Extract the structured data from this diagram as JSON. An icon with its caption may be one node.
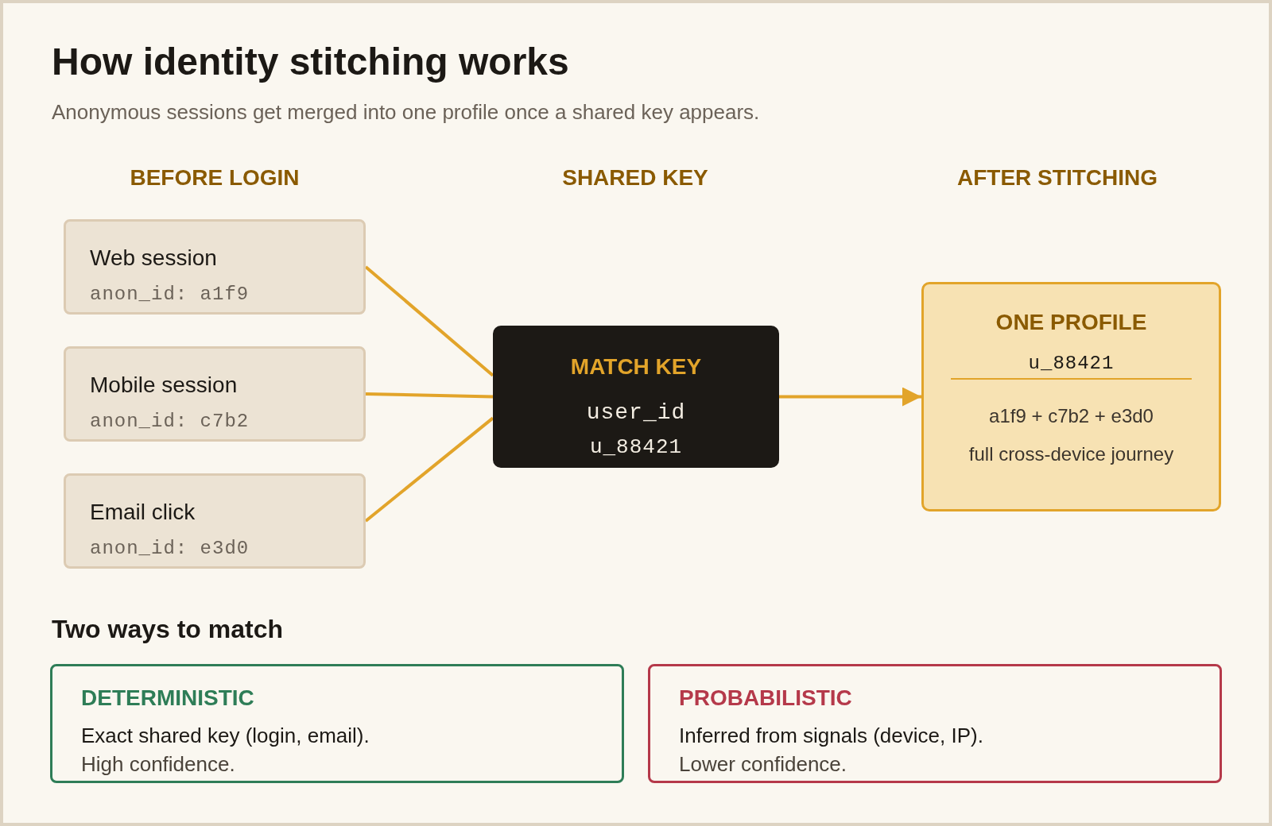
{
  "diagram": {
    "title": "How identity stitching works",
    "caption": "Anonymous sessions get merged into one profile once a shared key appears.",
    "nodes": [
      {
        "text": [
          "Web session",
          "anon_id: a1f9"
        ]
      },
      {
        "text": [
          "Mobile session",
          "anon_id: c7b2"
        ]
      },
      {
        "text": [
          "Email click",
          "anon_id: e3d0"
        ]
      },
      {
        "text": [
          "MATCH KEY",
          "user_id",
          "u_88421"
        ]
      },
      {
        "text": [
          "ONE PROFILE",
          "u_88421",
          "a1f9 + c7b2 + e3d0",
          "full cross-device journey"
        ]
      },
      {
        "text": [
          "DETERMINISTIC",
          "Exact shared key (login, email).",
          "High confidence."
        ]
      },
      {
        "text": [
          "PROBABILISTIC",
          "Inferred from signals (device, IP).",
          "Lower confidence."
        ]
      }
    ],
    "edges": [
      {
        "from": 0,
        "to": 3,
        "arrow": "none"
      },
      {
        "from": 1,
        "to": 3,
        "arrow": "none"
      },
      {
        "from": 2,
        "to": 3,
        "arrow": "none"
      },
      {
        "from": 3,
        "to": 4,
        "arrow": "to"
      }
    ],
    "labels": [
      "BEFORE LOGIN",
      "SHARED KEY",
      "AFTER STITCHING",
      "Two ways to match"
    ]
  }
}
